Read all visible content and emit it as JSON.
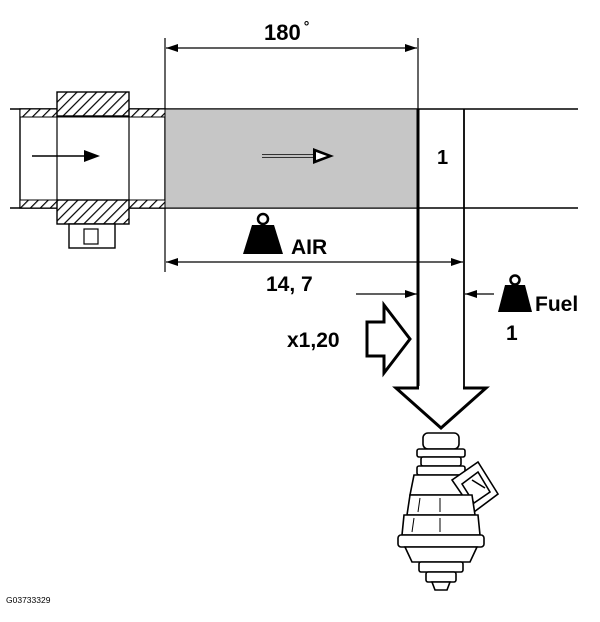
{
  "diagram": {
    "angle_label": "180",
    "angle_unit": "°",
    "cylinder_label": "1",
    "air_label": "AIR",
    "air_ratio": "14, 7",
    "fuel_label": "Fuel",
    "fuel_ratio": "1",
    "multiplier": "x1,20",
    "figure_id": "G03733329"
  },
  "colors": {
    "air_charge": "#c6c6c6",
    "line": "#000000",
    "background": "#ffffff"
  },
  "icons": [
    "weight-icon",
    "arrow-right-icon",
    "hollow-arrow-right-icon",
    "arrow-down-icon",
    "fuel-injector-icon"
  ]
}
